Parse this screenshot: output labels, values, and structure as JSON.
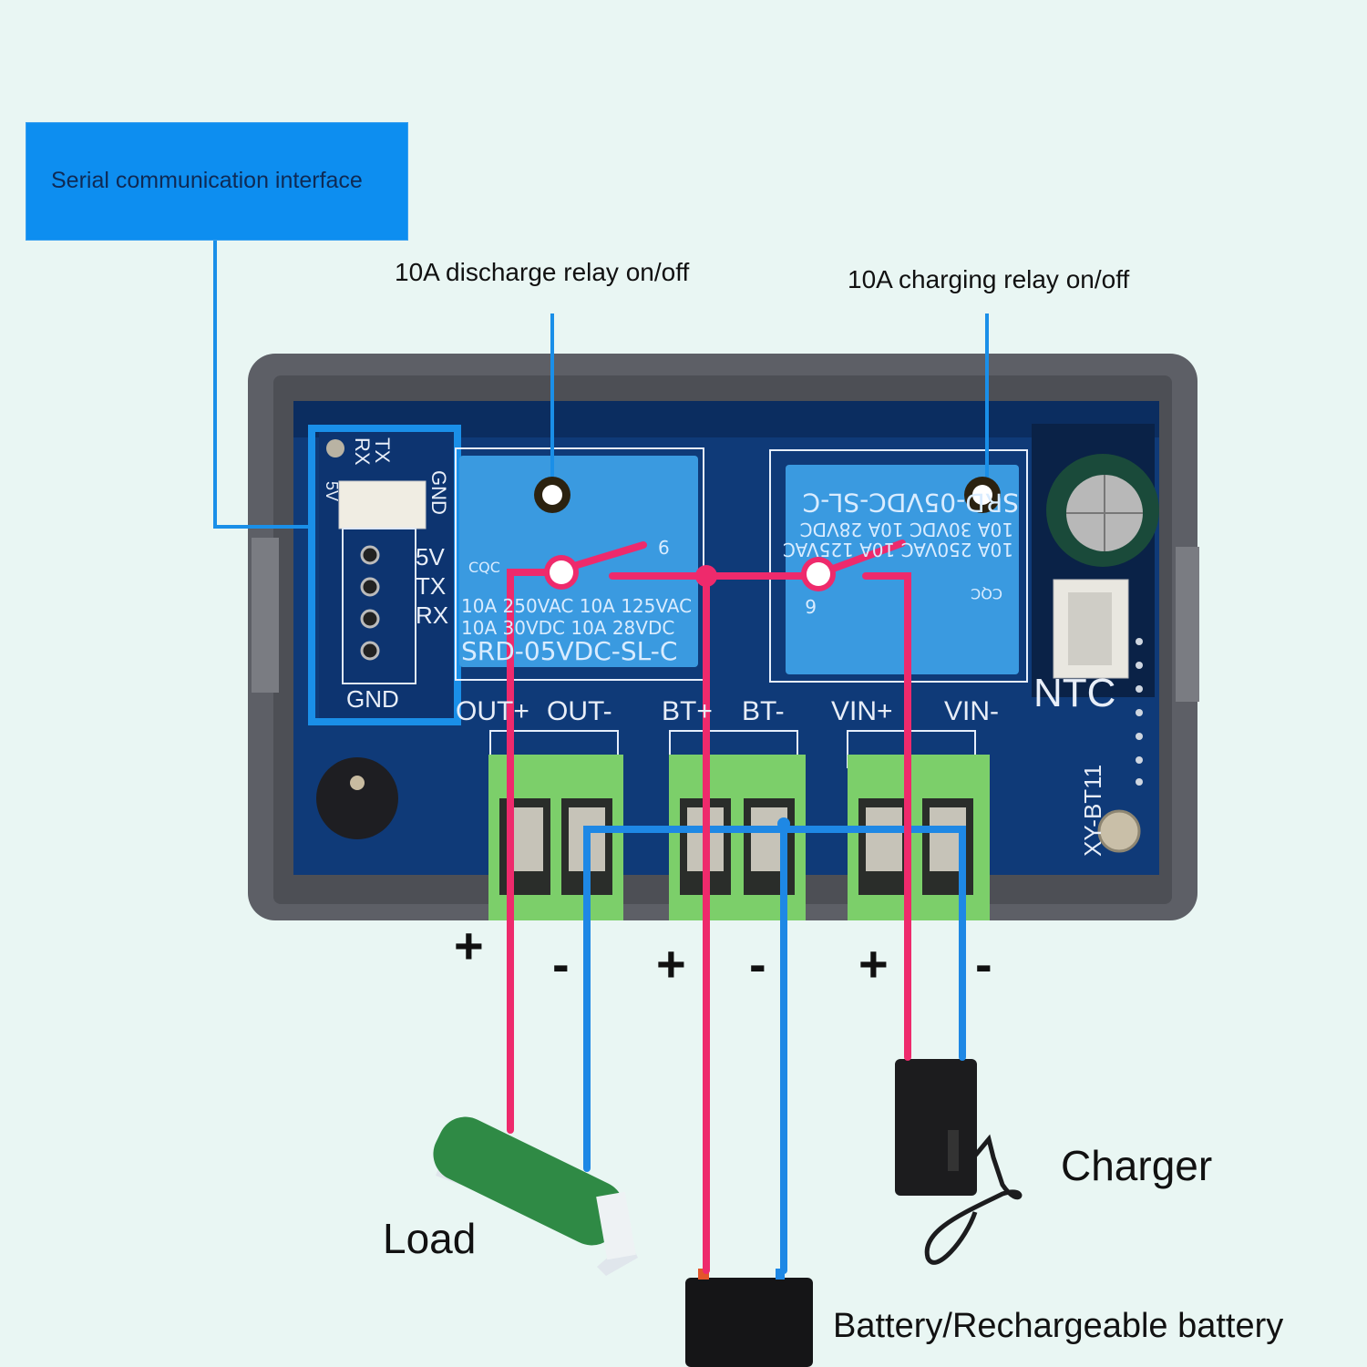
{
  "callouts": {
    "serial": "Serial communication interface",
    "discharge_relay": "10A discharge relay on/off",
    "charging_relay": "10A charging relay on/off"
  },
  "board": {
    "model": "XY-BT11",
    "ntc_label": "NTC",
    "serial_pins_top": [
      "5V",
      "TX",
      "RX",
      "GND"
    ],
    "serial_pins_side": [
      "5V",
      "TX",
      "RX"
    ],
    "serial_gnd": "GND",
    "terminals": [
      "OUT+",
      "OUT-",
      "BT+",
      "BT-",
      "VIN+",
      "VIN-"
    ],
    "relay_left": {
      "lines": [
        "10A 250VAC  10A 125VAC",
        "10A 30VDC  10A 28VDC"
      ],
      "model": "SRD-05VDC-SL-C",
      "cert": "CQC",
      "pin": "6"
    },
    "relay_right": {
      "lines": [
        "10A 250VAC  10A 125VAC",
        "10A 30VDC  10A 28VDC"
      ],
      "model": "SRD-05VDC-SL-C",
      "cert": "CQC",
      "pin": "6"
    }
  },
  "polarity_signs": [
    "+",
    "-",
    "+",
    "-",
    "+",
    "-"
  ],
  "devices": {
    "load": "Load",
    "charger": "Charger",
    "battery": "Battery/Rechargeable battery"
  },
  "colors": {
    "background": "#e9f6f3",
    "callout_blue": "#0d8ef0",
    "positive_wire": "#ee2a6c",
    "negative_wire": "#1e88e5",
    "pcb": "#0f3a78",
    "relay": "#3a9ae0",
    "terminal_green": "#7ccf6a",
    "housing": "#5d5f66"
  }
}
